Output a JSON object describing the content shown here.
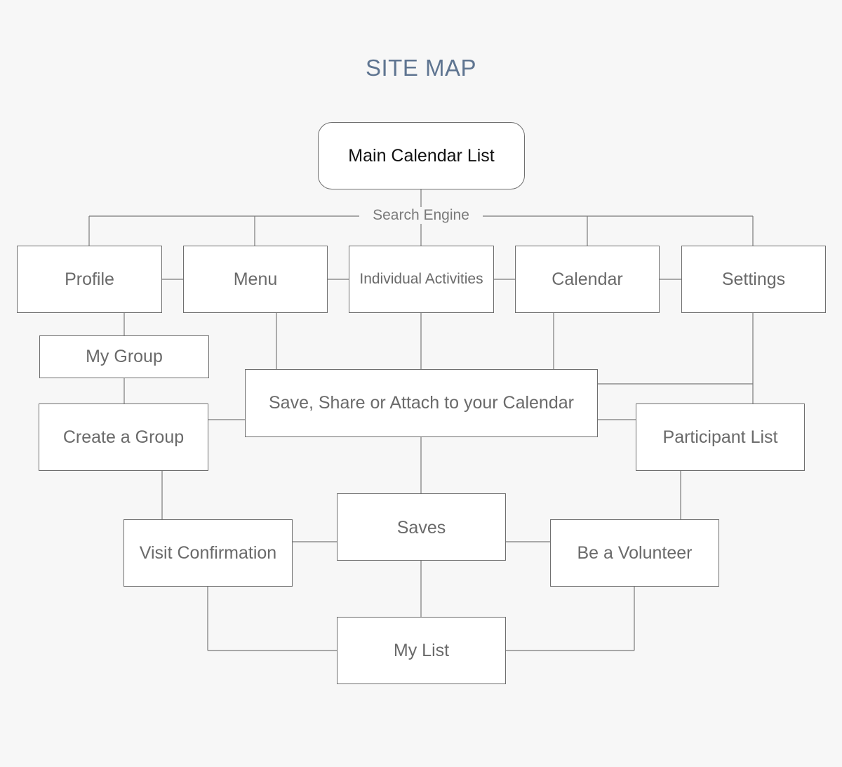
{
  "title": "SITE MAP",
  "search_label": "Search Engine",
  "nodes": {
    "main_calendar_list": "Main Calendar List",
    "profile": "Profile",
    "menu": "Menu",
    "individual_activities": "Individual Activities",
    "calendar": "Calendar",
    "settings": "Settings",
    "my_group": "My Group",
    "save_share_attach": "Save, Share or Attach to your Calendar",
    "create_a_group": "Create a Group",
    "participant_list": "Participant List",
    "saves": "Saves",
    "visit_confirmation": "Visit Confirmation",
    "be_a_volunteer": "Be a Volunteer",
    "my_list": "My List"
  },
  "colors": {
    "background": "#f7f7f7",
    "title": "#5f7591",
    "border": "#6f6f6f",
    "line": "#7a7a7a"
  }
}
